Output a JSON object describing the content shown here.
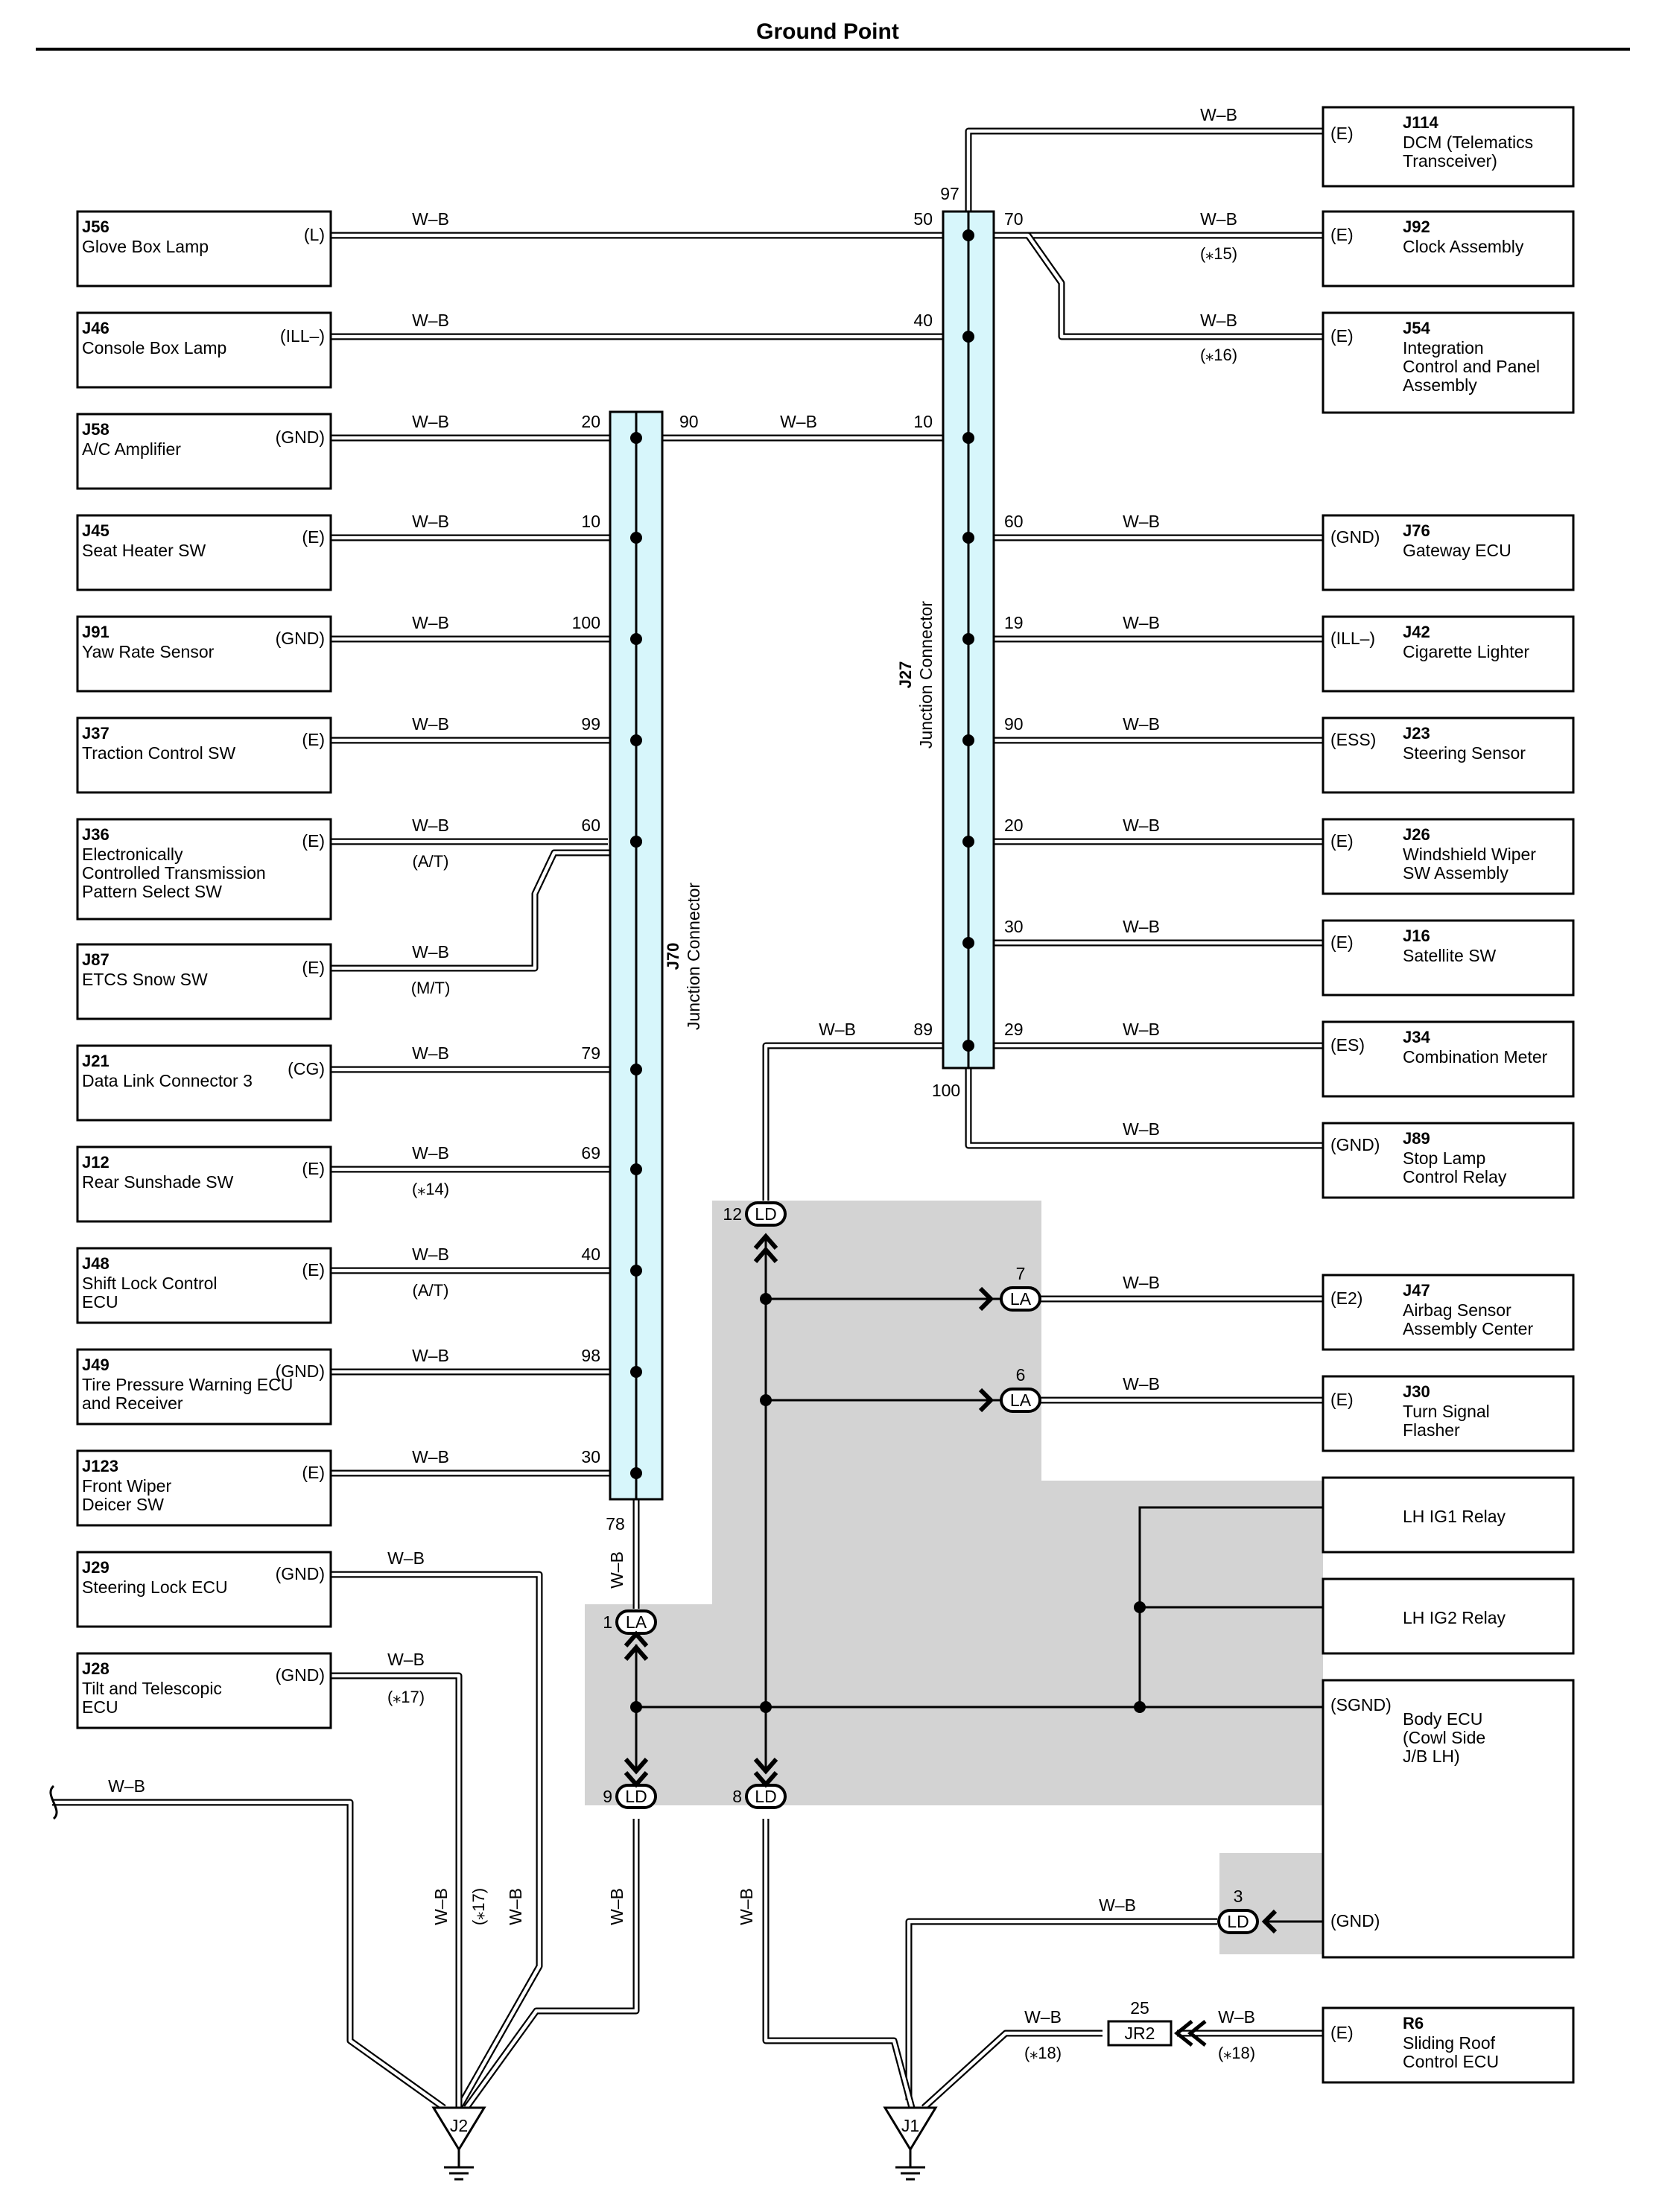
{
  "title": "Ground Point",
  "wire_color": "W–B",
  "colors": {
    "junction_fill": "#d7f6fb",
    "shaded_area": "#d3d3d3",
    "line": "#000000"
  },
  "connectors_left": [
    {
      "id": "J56",
      "name": [
        "Glove Box Lamp"
      ],
      "pin": "(L)"
    },
    {
      "id": "J46",
      "name": [
        "Console Box Lamp"
      ],
      "pin": "(ILL–)"
    },
    {
      "id": "J58",
      "name": [
        "A/C Amplifier"
      ],
      "pin": "(GND)"
    },
    {
      "id": "J45",
      "name": [
        "Seat Heater SW"
      ],
      "pin": "(E)"
    },
    {
      "id": "J91",
      "name": [
        "Yaw Rate Sensor"
      ],
      "pin": "(GND)"
    },
    {
      "id": "J37",
      "name": [
        "Traction Control SW"
      ],
      "pin": "(E)"
    },
    {
      "id": "J36",
      "name": [
        "Electronically",
        "Controlled Transmission",
        "Pattern Select SW"
      ],
      "pin": "(E)"
    },
    {
      "id": "J87",
      "name": [
        "ETCS Snow SW"
      ],
      "pin": "(E)"
    },
    {
      "id": "J21",
      "name": [
        "Data Link Connector 3"
      ],
      "pin": "(CG)"
    },
    {
      "id": "J12",
      "name": [
        "Rear Sunshade SW"
      ],
      "pin": "(E)"
    },
    {
      "id": "J48",
      "name": [
        "Shift Lock Control",
        "ECU"
      ],
      "pin": "(E)"
    },
    {
      "id": "J49",
      "name": [
        "Tire Pressure Warning ECU",
        "and Receiver"
      ],
      "pin": "(GND)"
    },
    {
      "id": "J123",
      "name": [
        "Front Wiper",
        "Deicer SW"
      ],
      "pin": "(E)"
    },
    {
      "id": "J29",
      "name": [
        "Steering Lock ECU"
      ],
      "pin": "(GND)"
    },
    {
      "id": "J28",
      "name": [
        "Tilt and Telescopic",
        "ECU"
      ],
      "pin": "(GND)"
    }
  ],
  "connectors_right": [
    {
      "id": "J114",
      "name": [
        "DCM (Telematics",
        "Transceiver)"
      ],
      "pin": "(E)"
    },
    {
      "id": "J92",
      "name": [
        "Clock Assembly"
      ],
      "pin": "(E)"
    },
    {
      "id": "J54",
      "name": [
        "Integration",
        "Control and Panel",
        "Assembly"
      ],
      "pin": "(E)"
    },
    {
      "id": "J76",
      "name": [
        "Gateway ECU"
      ],
      "pin": "(GND)"
    },
    {
      "id": "J42",
      "name": [
        "Cigarette Lighter"
      ],
      "pin": "(ILL–)"
    },
    {
      "id": "J23",
      "name": [
        "Steering Sensor"
      ],
      "pin": "(ESS)"
    },
    {
      "id": "J26",
      "name": [
        "Windshield Wiper",
        "SW Assembly"
      ],
      "pin": "(E)"
    },
    {
      "id": "J16",
      "name": [
        "Satellite SW"
      ],
      "pin": "(E)"
    },
    {
      "id": "J34",
      "name": [
        "Combination Meter"
      ],
      "pin": "(ES)"
    },
    {
      "id": "J89",
      "name": [
        "Stop Lamp",
        "Control Relay"
      ],
      "pin": "(GND)"
    },
    {
      "id": "J47",
      "name": [
        "Airbag Sensor",
        "Assembly Center"
      ],
      "pin": "(E2)"
    },
    {
      "id": "J30",
      "name": [
        "Turn Signal",
        "Flasher"
      ],
      "pin": "(E)"
    },
    {
      "id": "",
      "name": [
        "LH IG1 Relay"
      ],
      "pin": ""
    },
    {
      "id": "",
      "name": [
        "LH IG2 Relay"
      ],
      "pin": ""
    },
    {
      "id": "",
      "name": [
        "Body ECU",
        "(Cowl Side",
        " J/B LH)"
      ],
      "pin": "(SGND)",
      "pin2": "(GND)"
    },
    {
      "id": "R6",
      "name": [
        "Sliding Roof",
        "Control ECU"
      ],
      "pin": "(E)"
    }
  ],
  "j70": {
    "id": "J70",
    "name": "Junction Connector",
    "pins": [
      "20",
      "90",
      "10",
      "100",
      "99",
      "60",
      "79",
      "69",
      "40",
      "98",
      "30",
      "78"
    ]
  },
  "j27": {
    "id": "J27",
    "name": "Junction Connector",
    "pins": [
      "97",
      "50",
      "70",
      "40",
      "10",
      "60",
      "19",
      "90",
      "20",
      "30",
      "89",
      "29",
      "100"
    ]
  },
  "notes": {
    "at": "(A/T)",
    "mt": "(M/T)",
    "n14": "(⁎14)",
    "n15": "(⁎15)",
    "n16": "(⁎16)",
    "n17": "(⁎17)",
    "n18": "(⁎18)"
  },
  "inline_connectors": [
    {
      "code": "LD",
      "pin": "12"
    },
    {
      "code": "LA",
      "pin": "7"
    },
    {
      "code": "LA",
      "pin": "6"
    },
    {
      "code": "LA",
      "pin": "1"
    },
    {
      "code": "LD",
      "pin": "9"
    },
    {
      "code": "LD",
      "pin": "8"
    },
    {
      "code": "LD",
      "pin": "3"
    },
    {
      "code": "JR2",
      "pin": "25"
    }
  ],
  "ground_points": [
    "J2",
    "J1"
  ]
}
